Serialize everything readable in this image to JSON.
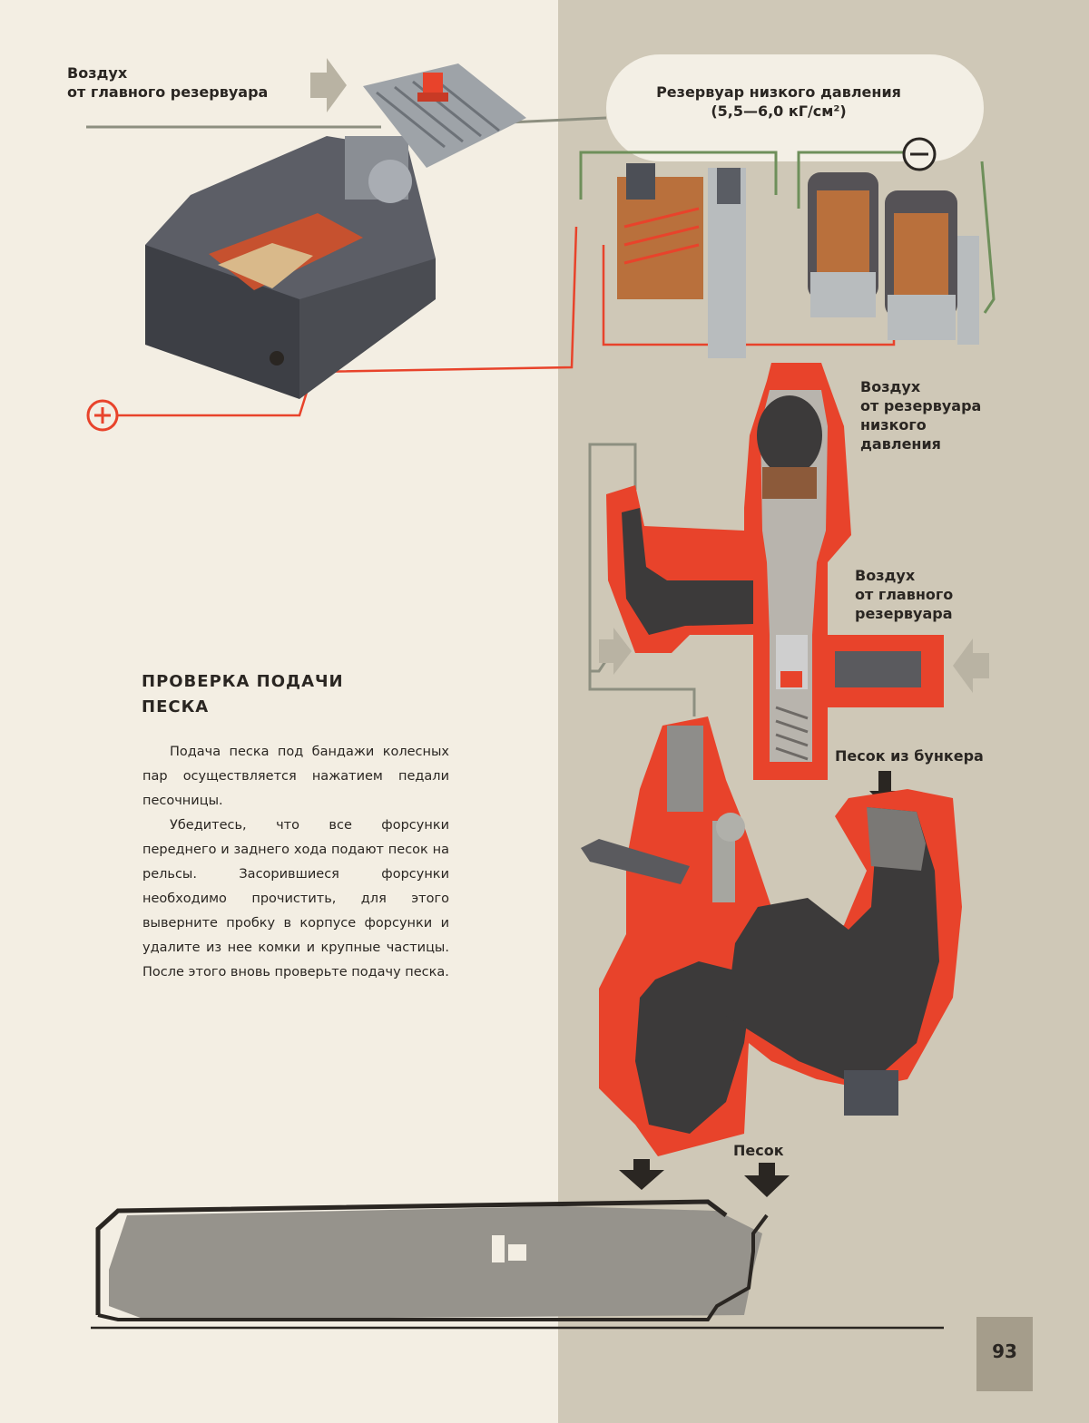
{
  "labels": {
    "air_from_main_top": [
      "Воздух",
      "от главного резервуара"
    ],
    "low_pressure_reservoir": [
      "Резервуар низкого давления",
      "(5,5—6,0 кГ/см²)"
    ],
    "air_from_low_pressure": [
      "Воздух",
      "от резервуара",
      "низкого",
      "давления"
    ],
    "air_from_main_right": [
      "Воздух",
      "от главного",
      "резервуара"
    ],
    "sand_from_bunker": "Песок из бункера",
    "sand": "Песок"
  },
  "symbols": {
    "minus": "−",
    "plus": "+"
  },
  "section": {
    "heading": [
      "ПРОВЕРКА ПОДАЧИ",
      "ПЕСКА"
    ],
    "paragraphs": [
      "Подача песка под бандажи колесных пар осуществляется нажатием педали песочницы.",
      "Убедитесь, что все форсунки переднего и заднего хода подают песок на рельсы. Засорившиеся форсунки необходимо прочистить, для этого выверните пробку в корпусе форсунки и удалите из нее комки и крупные частицы. После этого вновь проверьте подачу песка."
    ]
  },
  "page_number": "93",
  "colors": {
    "red": "#e8432b",
    "dark": "#3c3a3a",
    "green": "#6e8f5a",
    "arrow": "#b9b3a3",
    "panel": "#cfc8b7"
  }
}
